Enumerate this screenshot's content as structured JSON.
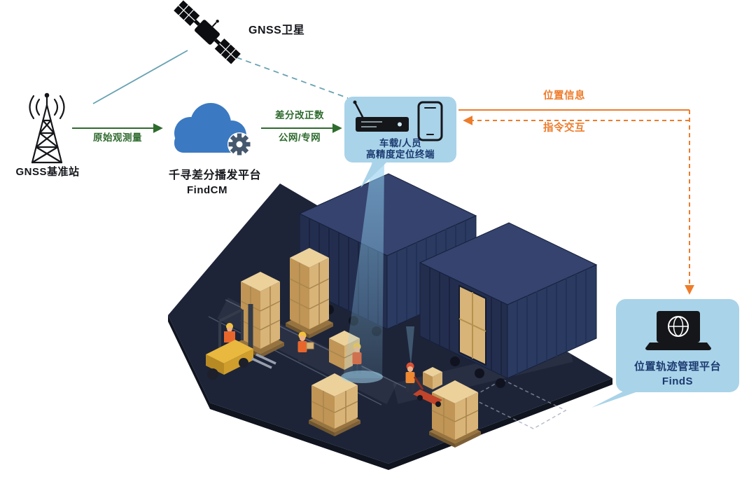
{
  "nodes": {
    "satellite": {
      "label": "GNSS卫星"
    },
    "base_station": {
      "label": "GNSS基准站"
    },
    "cloud_platform": {
      "name": "千寻差分播发平台",
      "product": "FindCM"
    },
    "terminal": {
      "line1": "车载/人员",
      "line2": "高精度定位终端"
    },
    "management_platform": {
      "name": "位置轨迹管理平台",
      "product": "FindS"
    }
  },
  "links": {
    "raw_observation": {
      "label": "原始观测量"
    },
    "correction": {
      "line1": "差分改正数",
      "line2": "公网/专网"
    },
    "position_info": {
      "label": "位置信息"
    },
    "command_interaction": {
      "label": "指令交互"
    }
  },
  "icons": {
    "satellite": "satellite-icon",
    "base_station": "radio-tower-icon",
    "cloud_platform": "cloud-gear-icon",
    "terminal_device": "vehicle-terminal-icon",
    "terminal_phone": "smartphone-icon",
    "management_platform": "laptop-globe-icon",
    "scene": "warehouse-illustration"
  },
  "colors": {
    "accent_green": "#2e6b2e",
    "accent_orange": "#ee7c2b",
    "accent_teal": "#68a2b2",
    "callout_blue": "#a9d3e9",
    "navy_text": "#1b3a70",
    "cloud_blue": "#3b7ac2",
    "container_navy": "#2a3656",
    "floor_navy": "#1d2438",
    "carton_tan": "#d8b478",
    "forklift_yellow": "#e8b83f"
  }
}
